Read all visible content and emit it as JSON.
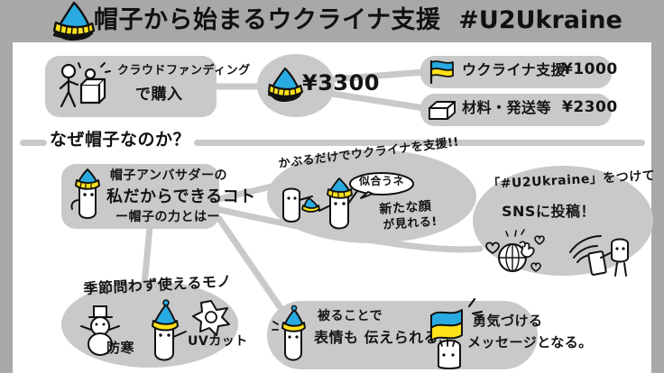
{
  "meta": {
    "kind": "graphic-recording",
    "language": "ja",
    "bg_color": "#a8a8a8",
    "canvas_color": "#ffffff",
    "bubble_color": "#c9c9c9",
    "ink_color": "#141414",
    "hat_blue": "#29abe2",
    "hat_yellow": "#ffe11a",
    "flag_blue": "#29abe2",
    "flag_yellow": "#ffe11a"
  },
  "header": {
    "hat_icon": "knit-hat-icon",
    "title_ja": "帽子から始まるウクライナ支援",
    "hashtag": "#U2Ukraine"
  },
  "flow": {
    "purchase": {
      "icon": "person-buying-icon",
      "line1": "クラウドファンディング",
      "line2": "で購入"
    },
    "price": {
      "icon": "knit-hat-icon",
      "amount": "¥3300"
    },
    "breakdown": [
      {
        "icon": "ukraine-flag-icon",
        "label": "ウクライナ支援",
        "amount": "¥1000"
      },
      {
        "icon": "package-box-icon",
        "label": "材料・発送等",
        "amount": "¥2300"
      }
    ]
  },
  "section": {
    "question": "なぜ帽子なのか？"
  },
  "nodes": {
    "ambassador": {
      "icon": "person-with-hat-icon",
      "line1": "帽子アンバサダーの",
      "line2": "私だからできるコト",
      "line3": "ー帽子の力とはー"
    },
    "wear_support": {
      "headline": "かぶるだけでウクライナを支援!!",
      "speech_bubble": "似合うネ",
      "subtext_line1": "新たな顔",
      "subtext_line2": "が見れる!",
      "icon": "two-people-with-hats-icon"
    },
    "sns": {
      "line1": "「#U2Ukraine」をつけて",
      "line2": "SNSに投稿！",
      "icon": "globe-hearts-phone-icon"
    },
    "all_season": {
      "headline": "季節問わず使えるモノ",
      "item_left": "防寒",
      "item_right": "UVカット",
      "icon_left": "snowman-icon",
      "icon_right": "sun-sparkle-icon"
    },
    "expression": {
      "line1": "被ることで",
      "line2": "表情も 伝えられる",
      "icon": "person-with-hat-icon"
    },
    "message": {
      "line1": "勇気づける",
      "line2": "メッセージとなる。",
      "icon": "person-waving-ukraine-flag-icon"
    }
  }
}
